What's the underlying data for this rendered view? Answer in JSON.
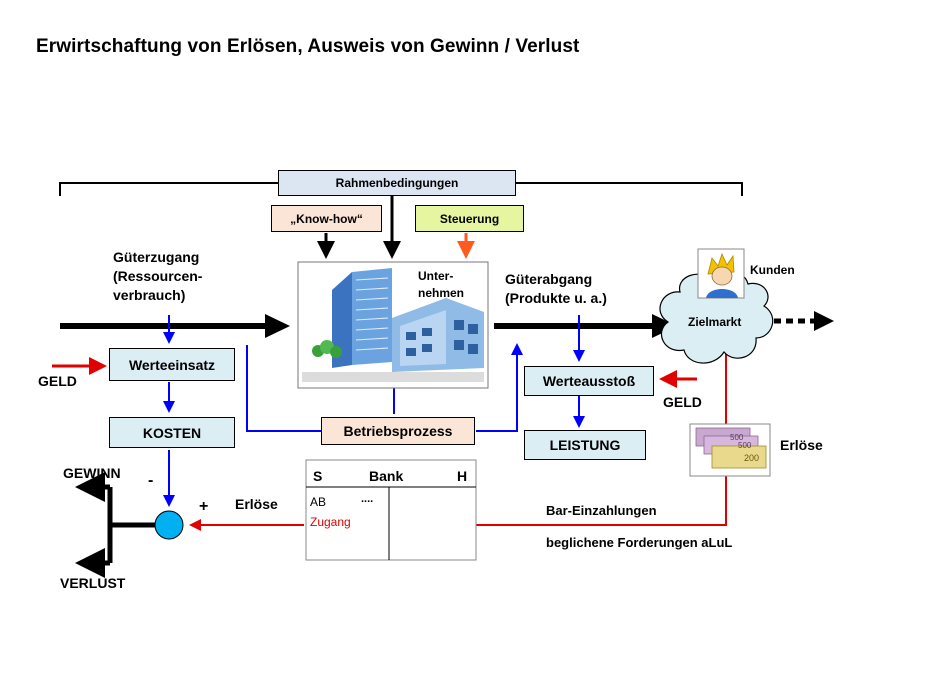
{
  "title": "Erwirtschaftung von Erlösen, Ausweis von Gewinn / Verlust",
  "frame": {
    "rahmen": "Rahmenbedingungen",
    "knowhow": "„Know-how“",
    "steuerung": "Steuerung"
  },
  "unternehmen": {
    "line1": "Unter-",
    "line2": "nehmen"
  },
  "input": {
    "line1": "Güterzugang",
    "line2": "(Ressourcen-",
    "line3": "verbrauch)",
    "geld": "GELD",
    "werteeinsatz": "Werteeinsatz",
    "kosten": "KOSTEN"
  },
  "output": {
    "line1": "Güterabgang",
    "line2": "(Produkte u. a.)",
    "werteausstoss": "Werteausstoß",
    "leistung": "LEISTUNG",
    "geld": "GELD"
  },
  "betriebsprozess": "Betriebsprozess",
  "market": {
    "kunden": "Kunden",
    "zielmarkt": "Zielmarkt",
    "erloese": "Erlöse"
  },
  "bank": {
    "s": "S",
    "title": "Bank",
    "h": "H",
    "ab": "AB",
    "dots": "....",
    "zugang": "Zugang"
  },
  "flows": {
    "bar_einzahlungen": "Bar-Einzahlungen",
    "forderungen": "beglichene Forderungen aLuL",
    "erloese": "Erlöse"
  },
  "result": {
    "gewinn": "GEWINN",
    "verlust": "VERLUST",
    "minus": "-",
    "plus": "+"
  },
  "banknotes": [
    "500",
    "500",
    "200"
  ],
  "colors": {
    "rahmen": "#dce6f2",
    "knowhow": "#fbe5d6",
    "steuerung": "#e6f5a0",
    "blue_box": "#dbeef4",
    "betrieb": "#fbe5d6",
    "circle": "#00b0f0",
    "blue_arrow": "#0000ff",
    "red_arrow": "#e00000",
    "orange_arrow": "#ff5a1f",
    "cloud": "#dbeef4"
  }
}
